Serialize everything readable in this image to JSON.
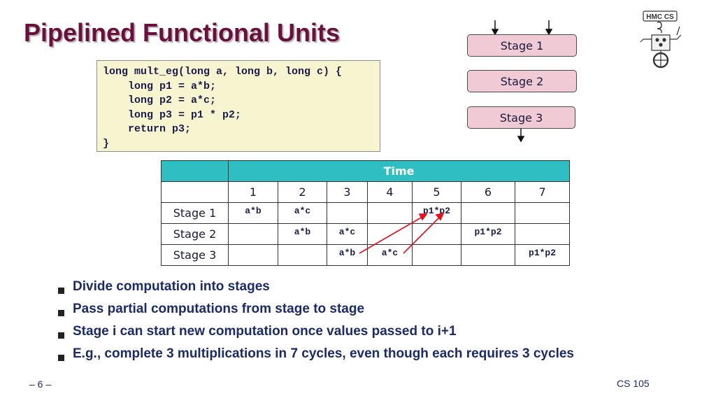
{
  "slide": {
    "title": "Pipelined Functional Units",
    "code": "long mult_eg(long a, long b, long c) {\n    long p1 = a*b;\n    long p2 = a*c;\n    long p3 = p1 * p2;\n    return p3;\n}",
    "footer_left": "– 6 –",
    "footer_right": "CS 105",
    "logo_text": "HMC CS"
  },
  "pipeline_diagram": {
    "stages": [
      "Stage 1",
      "Stage 2",
      "Stage 3"
    ]
  },
  "timing_table": {
    "header": "Time",
    "columns": [
      "1",
      "2",
      "3",
      "4",
      "5",
      "6",
      "7"
    ],
    "rows": [
      {
        "label": "Stage 1",
        "cells": [
          "a*b",
          "a*c",
          "",
          "",
          "p1*p2",
          "",
          ""
        ]
      },
      {
        "label": "Stage 2",
        "cells": [
          "",
          "a*b",
          "a*c",
          "",
          "",
          "p1*p2",
          ""
        ]
      },
      {
        "label": "Stage 3",
        "cells": [
          "",
          "",
          "a*b",
          "a*c",
          "",
          "",
          "p1*p2"
        ]
      }
    ]
  },
  "bullets": [
    "Divide computation into stages",
    "Pass partial computations from stage to stage",
    "Stage i can start new computation once values passed to i+1",
    "E.g., complete 3 multiplications in 7 cycles, even though each requires 3 cycles"
  ],
  "colors": {
    "title": "#6b0f3d",
    "stage_fill": "#f0cbd6",
    "table_header": "#2fbfc2",
    "code_bg": "#f7f5cf",
    "arrow": "#e8101a",
    "bullet_text": "#1a2a6c"
  }
}
